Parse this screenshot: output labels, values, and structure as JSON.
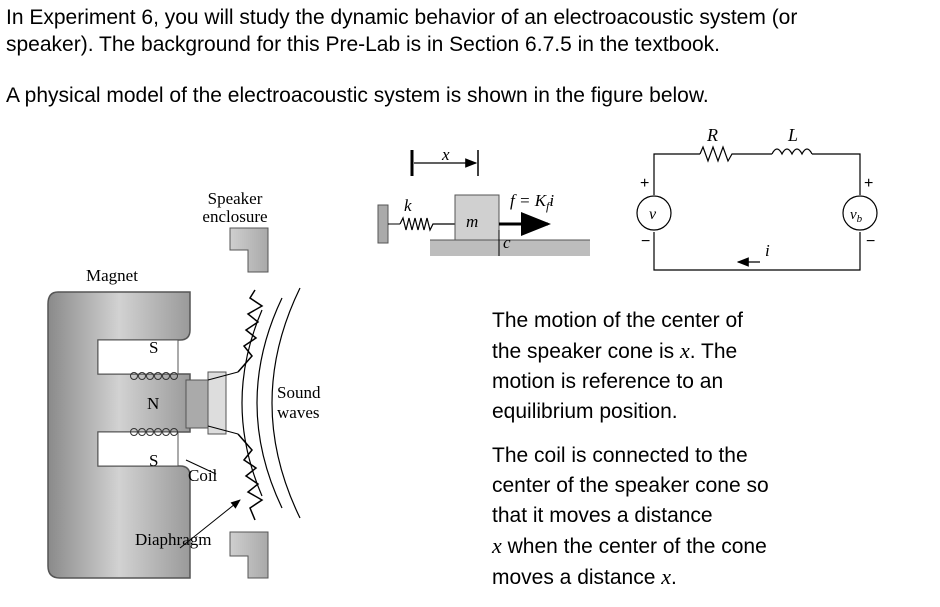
{
  "intro": {
    "line1": "In Experiment 6, you will study the dynamic behavior of an electroacoustic system (or",
    "line2": "speaker).  The background for this Pre-Lab is in Section 6.7.5 in the textbook.",
    "line3": "A physical model of the electroacoustic system is shown in the figure below."
  },
  "speaker_figure": {
    "enclosure_label_1": "Speaker",
    "enclosure_label_2": "enclosure",
    "magnet_label": "Magnet",
    "pole_s_top": "S",
    "pole_n": "N",
    "pole_s_bottom": "S",
    "sound_label_1": "Sound",
    "sound_label_2": "waves",
    "coil_label": "Coil",
    "diaphragm_label": "Diaphragm"
  },
  "mechanical_model": {
    "x_label": "x",
    "k_label": "k",
    "m_label": "m",
    "c_label": "c",
    "force_label": "f = K",
    "force_sub": "f",
    "force_tail": "i"
  },
  "circuit": {
    "r_label": "R",
    "l_label": "L",
    "v_label": "v",
    "vb_label": "v",
    "vb_sub": "b",
    "i_label": "i",
    "plus": "+",
    "minus": "−"
  },
  "paragraphs": {
    "p1_a": "The motion of the center of",
    "p1_b": "the speaker cone is ",
    "p1_var": "x",
    "p1_c": ".  The",
    "p1_d": "motion is reference to an",
    "p1_e": "equilibrium position.",
    "p2_a": "The coil is connected to the",
    "p2_b": "center of the speaker cone so",
    "p2_c": "that it moves a distance",
    "p2_var1": "x",
    "p2_d": " when the center of the cone",
    "p2_e": "moves a distance ",
    "p2_var2": "x",
    "p2_f": "."
  }
}
